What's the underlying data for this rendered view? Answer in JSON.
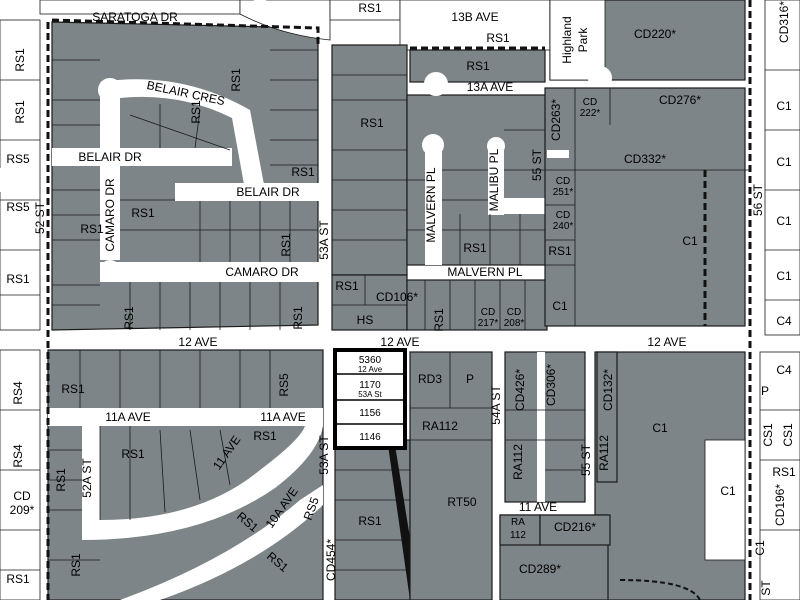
{
  "streets": {
    "saratoga_dr": "SARATOGA DR",
    "ave_13b": "13B AVE",
    "ave_13a": "13A AVE",
    "belair_cres": "BELAIR CRES",
    "belair_dr_1": "BELAIR DR",
    "belair_dr_2": "BELAIR DR",
    "camaro_dr_v": "CAMARO DR",
    "camaro_dr_h": "CAMARO DR",
    "st_53a_n": "53A ST",
    "st_53a_s": "53A ST",
    "malvern_pl_v": "MALVERN PL",
    "malvern_pl_h": "MALVERN PL",
    "malibu_pl": "MALIBU PL",
    "st_55_n": "55 ST",
    "st_55_s": "55 ST",
    "st_56": "56 ST",
    "st_52": "52 ST",
    "st_52a": "52A ST",
    "ave_12_w": "12 AVE",
    "ave_12_c": "12 AVE",
    "ave_12_e": "12 AVE",
    "ave_11a_w": "11A AVE",
    "ave_11a_c": "11A AVE",
    "ave_11_curve": "11 AVE",
    "ave_10a": "10A AVE",
    "ave_11_e": "11 AVE",
    "st_54a": "54A ST",
    "st_corner": "ST",
    "highland_park_1": "Highland",
    "highland_park_2": "Park"
  },
  "zones": {
    "rs1": "RS1",
    "rs4": "RS4",
    "rs5": "RS5",
    "c1": "C1",
    "c4": "C4",
    "hs": "HS",
    "rd3": "RD3",
    "p": "P",
    "ra112": "RA112",
    "rt50": "RT50",
    "cs1": "CS1",
    "cd220": "CD220*",
    "cd276": "CD276*",
    "cd263": "CD263*",
    "cd222_1": "CD",
    "cd222_2": "222*",
    "cd332": "CD332*",
    "cd251_1": "CD",
    "cd251_2": "251*",
    "cd240_1": "CD",
    "cd240_2": "240*",
    "cd106": "CD106*",
    "cd217_1": "CD",
    "cd217_2": "217*",
    "cd208_1": "CD",
    "cd208_2": "208*",
    "cd316": "CD316*",
    "cd426": "CD426*",
    "cd306": "CD306*",
    "cd132": "CD132*",
    "cd209_1": "CD",
    "cd209_2": "209*",
    "cd216": "CD216*",
    "cd289": "CD289*",
    "cd454": "CD454*",
    "cd196": "CD196*",
    "ra_1": "RA",
    "ra_2": "112"
  },
  "subject": {
    "lot1_num": "5360",
    "lot1_street": "12 Ave",
    "lot2_num": "1170",
    "lot2_street": "53A St",
    "lot3_num": "1156",
    "lot4_num": "1146"
  }
}
